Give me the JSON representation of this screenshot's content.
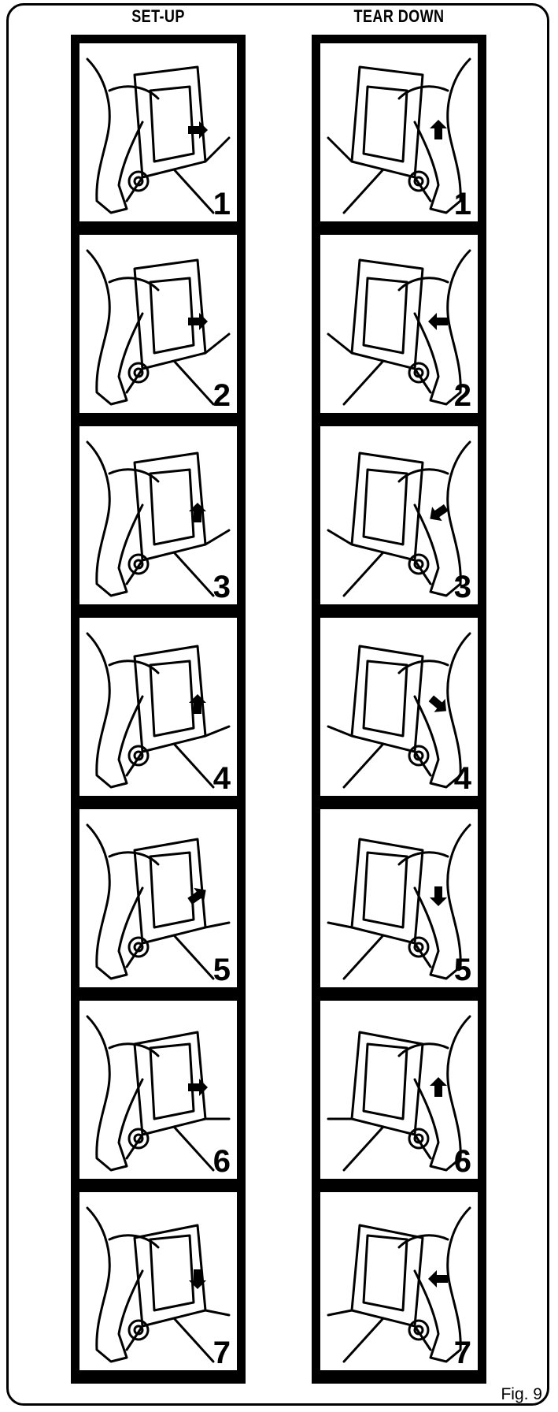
{
  "columns": [
    {
      "title": "SET-UP",
      "steps": [
        "1",
        "2",
        "3",
        "4",
        "5",
        "6",
        "7"
      ]
    },
    {
      "title": "TEAR DOWN",
      "steps": [
        "1",
        "2",
        "3",
        "4",
        "5",
        "6",
        "7"
      ]
    }
  ],
  "figure_label": "Fig. 9",
  "illustration_icons": [
    "person-icon",
    "saw-stand-icon",
    "direction-arrow-icon"
  ]
}
